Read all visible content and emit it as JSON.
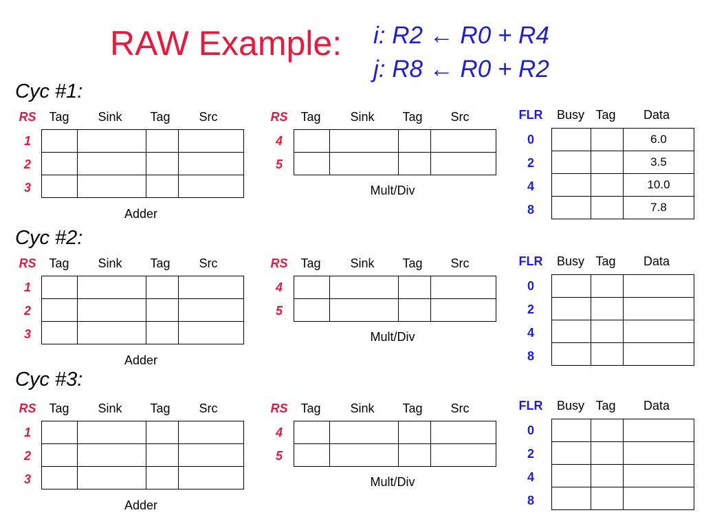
{
  "title": "RAW Example:",
  "equations": {
    "i": "i: R2 ← R0 + R4",
    "j": "j: R8 ← R0 + R2"
  },
  "cycles": [
    {
      "label": "Cyc #1:",
      "adder": {
        "rs_header": "RS",
        "headers": [
          "Tag",
          "Sink",
          "Tag",
          "Src"
        ],
        "rows": [
          "1",
          "2",
          "3"
        ],
        "caption": "Adder"
      },
      "multdiv": {
        "rs_header": "RS",
        "headers": [
          "Tag",
          "Sink",
          "Tag",
          "Src"
        ],
        "rows": [
          "4",
          "5"
        ],
        "caption": "Mult/Div"
      },
      "flr": {
        "header": "FLR",
        "headers": [
          "Busy",
          "Tag",
          "Data"
        ],
        "rows": [
          {
            "reg": "0",
            "busy": "",
            "tag": "",
            "data": "6.0"
          },
          {
            "reg": "2",
            "busy": "",
            "tag": "",
            "data": "3.5"
          },
          {
            "reg": "4",
            "busy": "",
            "tag": "",
            "data": "10.0"
          },
          {
            "reg": "8",
            "busy": "",
            "tag": "",
            "data": "7.8"
          }
        ]
      }
    },
    {
      "label": "Cyc #2:",
      "adder": {
        "rs_header": "RS",
        "headers": [
          "Tag",
          "Sink",
          "Tag",
          "Src"
        ],
        "rows": [
          "1",
          "2",
          "3"
        ],
        "caption": "Adder"
      },
      "multdiv": {
        "rs_header": "RS",
        "headers": [
          "Tag",
          "Sink",
          "Tag",
          "Src"
        ],
        "rows": [
          "4",
          "5"
        ],
        "caption": "Mult/Div"
      },
      "flr": {
        "header": "FLR",
        "headers": [
          "Busy",
          "Tag",
          "Data"
        ],
        "rows": [
          {
            "reg": "0",
            "busy": "",
            "tag": "",
            "data": ""
          },
          {
            "reg": "2",
            "busy": "",
            "tag": "",
            "data": ""
          },
          {
            "reg": "4",
            "busy": "",
            "tag": "",
            "data": ""
          },
          {
            "reg": "8",
            "busy": "",
            "tag": "",
            "data": ""
          }
        ]
      }
    },
    {
      "label": "Cyc #3:",
      "adder": {
        "rs_header": "RS",
        "headers": [
          "Tag",
          "Sink",
          "Tag",
          "Src"
        ],
        "rows": [
          "1",
          "2",
          "3"
        ],
        "caption": "Adder"
      },
      "multdiv": {
        "rs_header": "RS",
        "headers": [
          "Tag",
          "Sink",
          "Tag",
          "Src"
        ],
        "rows": [
          "4",
          "5"
        ],
        "caption": "Mult/Div"
      },
      "flr": {
        "header": "FLR",
        "headers": [
          "Busy",
          "Tag",
          "Data"
        ],
        "rows": [
          {
            "reg": "0",
            "busy": "",
            "tag": "",
            "data": ""
          },
          {
            "reg": "2",
            "busy": "",
            "tag": "",
            "data": ""
          },
          {
            "reg": "4",
            "busy": "",
            "tag": "",
            "data": ""
          },
          {
            "reg": "8",
            "busy": "",
            "tag": "",
            "data": ""
          }
        ]
      }
    }
  ]
}
